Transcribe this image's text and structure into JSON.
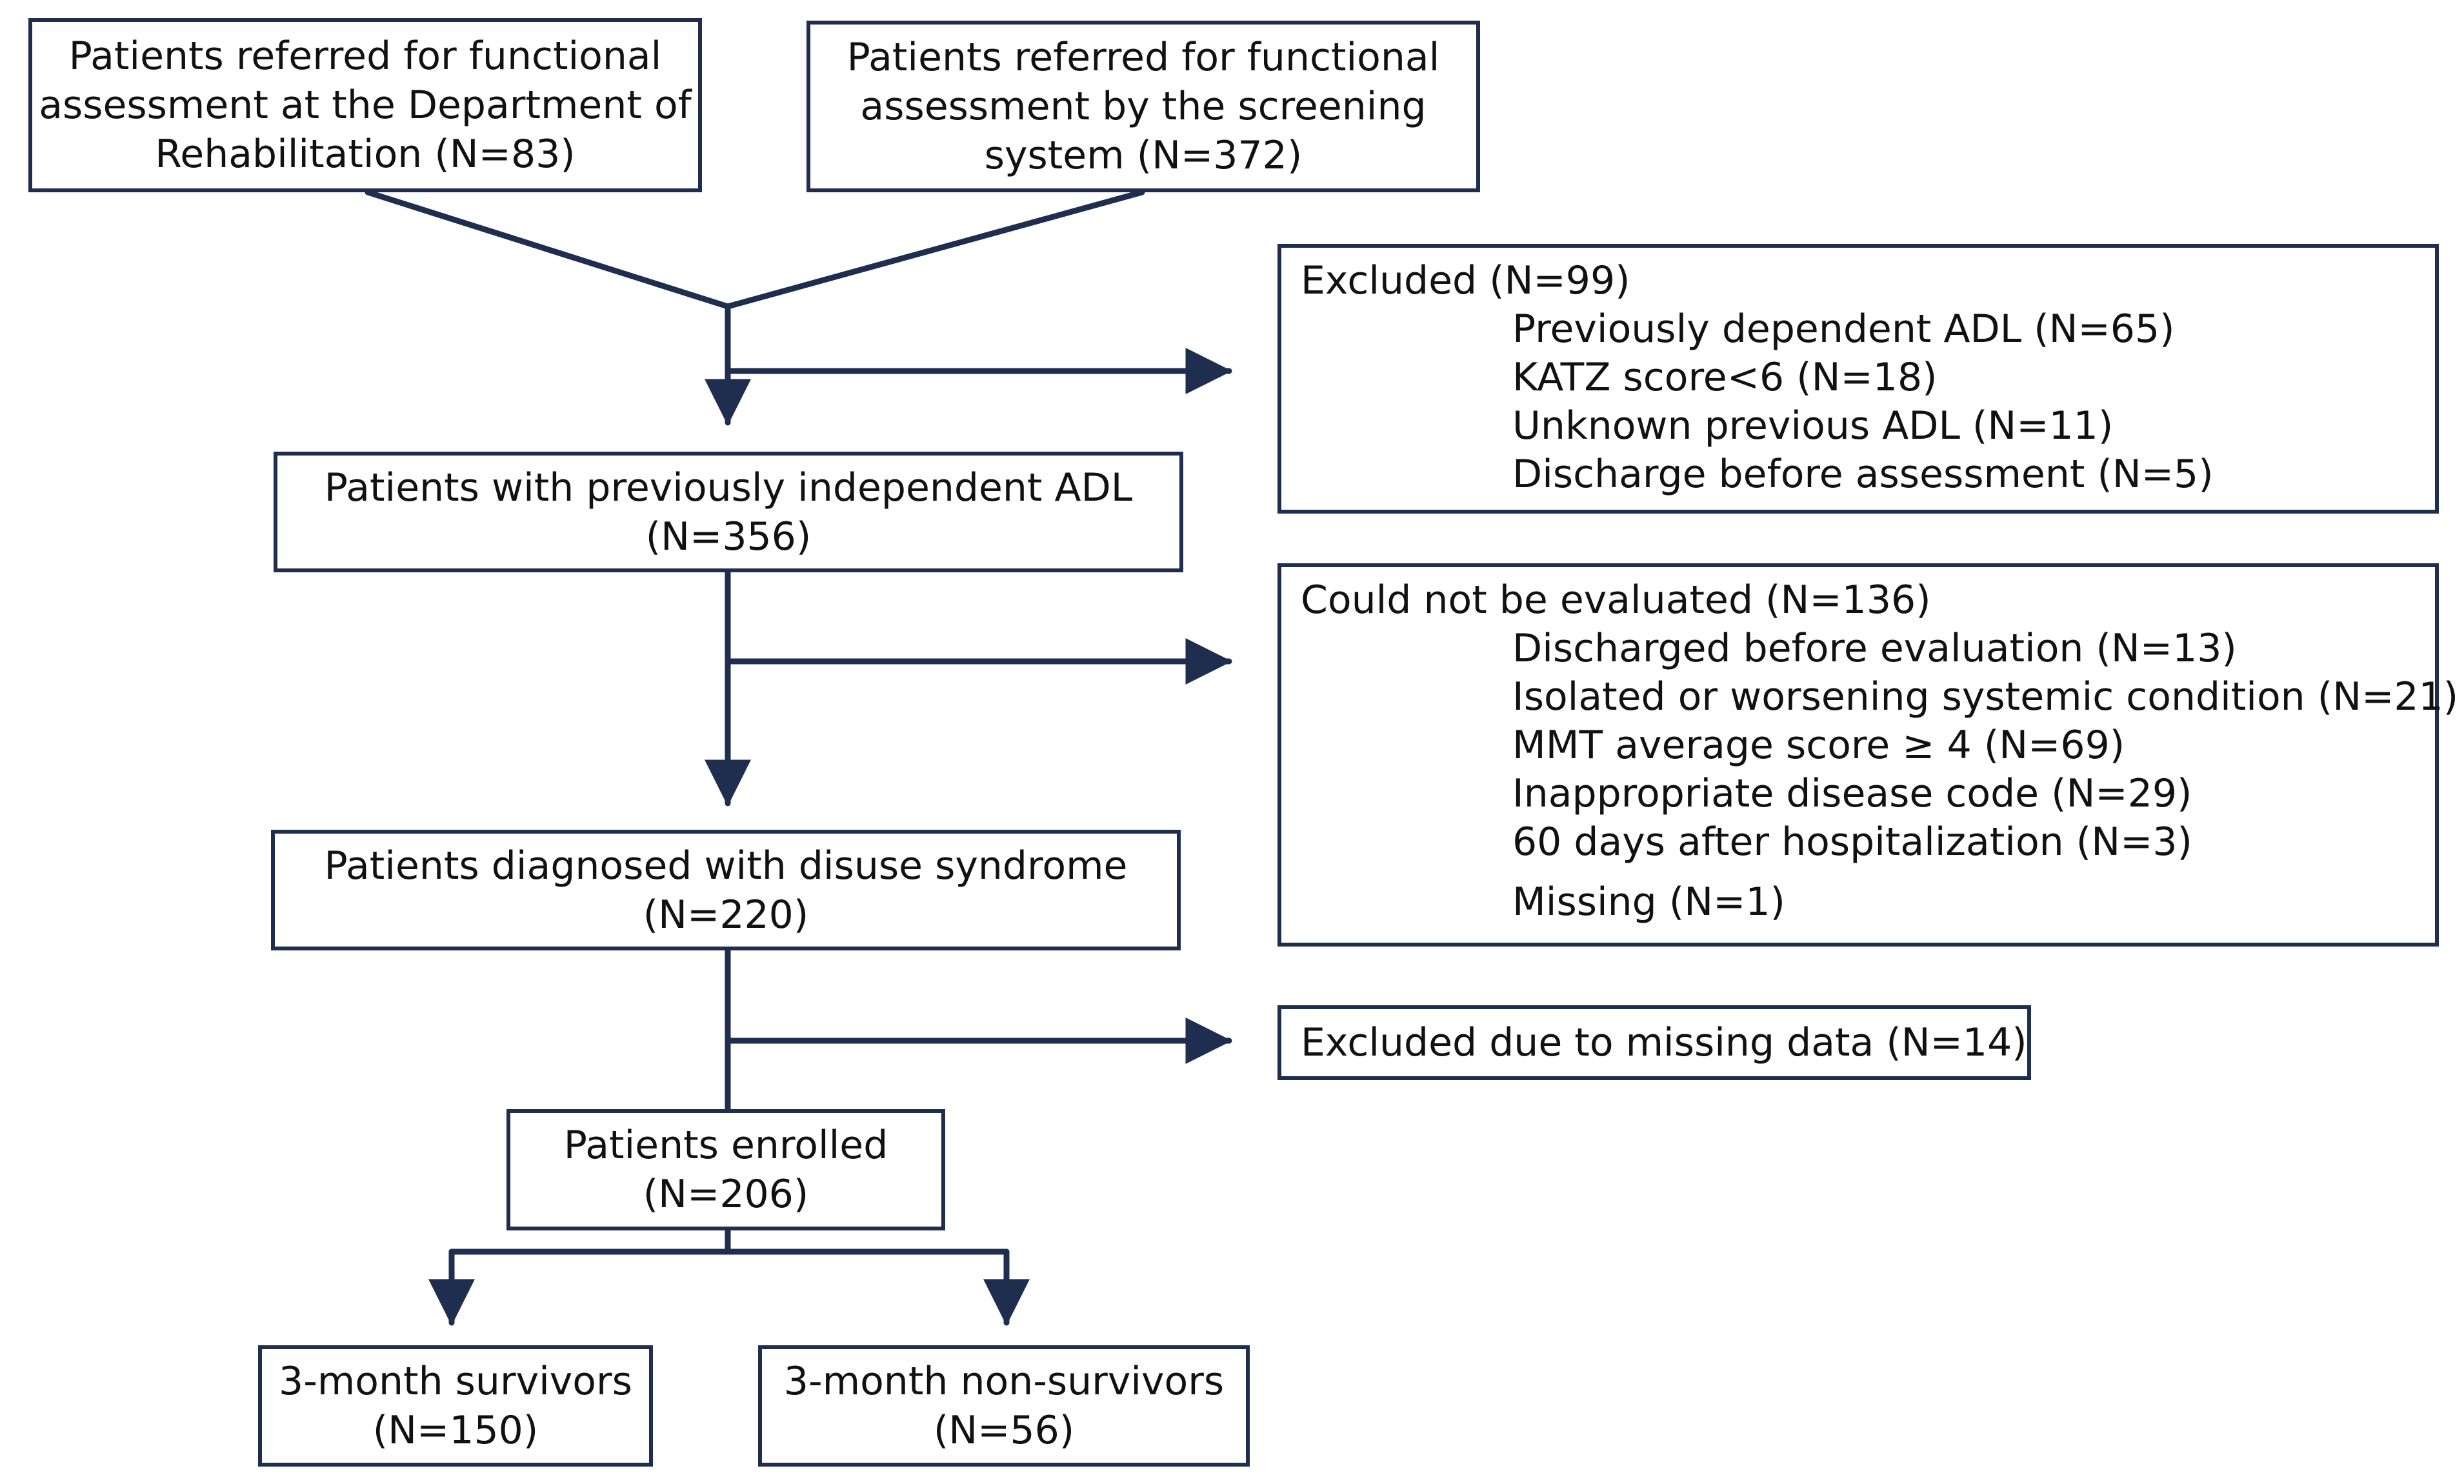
{
  "diagram": {
    "referral_rehab": {
      "lines": [
        "Patients referred for functional",
        "assessment at the Department of",
        "Rehabilitation (N=83)"
      ]
    },
    "referral_screening": {
      "lines": [
        "Patients referred for functional",
        "assessment by the screening",
        "system (N=372)"
      ]
    },
    "excluded_1": {
      "title": "Excluded (N=99)",
      "items": [
        "Previously dependent ADL (N=65)",
        "KATZ score<6 (N=18)",
        "Unknown previous ADL (N=11)",
        "Discharge before assessment (N=5)"
      ]
    },
    "independent_adl": {
      "lines": [
        "Patients with previously independent ADL",
        "(N=356)"
      ]
    },
    "not_evaluated": {
      "title": "Could not be evaluated (N=136)",
      "items": [
        "Discharged before evaluation (N=13)",
        "Isolated or worsening systemic condition (N=21)",
        "MMT average score ≥ 4 (N=69)",
        "Inappropriate disease code (N=29)",
        "60 days after hospitalization (N=3)",
        "Missing (N=1)"
      ]
    },
    "disuse_syndrome": {
      "lines": [
        "Patients diagnosed with disuse syndrome",
        "(N=220)"
      ]
    },
    "excluded_missing": {
      "lines": [
        "Excluded due to missing data (N=14)"
      ]
    },
    "enrolled": {
      "lines": [
        "Patients enrolled",
        "(N=206)"
      ]
    },
    "survivors": {
      "lines": [
        "3-month survivors",
        "(N=150)"
      ]
    },
    "non_survivors": {
      "lines": [
        "3-month non-survivors",
        "(N=56)"
      ]
    },
    "colors": {
      "border": "#1f2d4f",
      "arrow": "#1f2d4f",
      "text": "#111111",
      "background": "#ffffff"
    }
  }
}
